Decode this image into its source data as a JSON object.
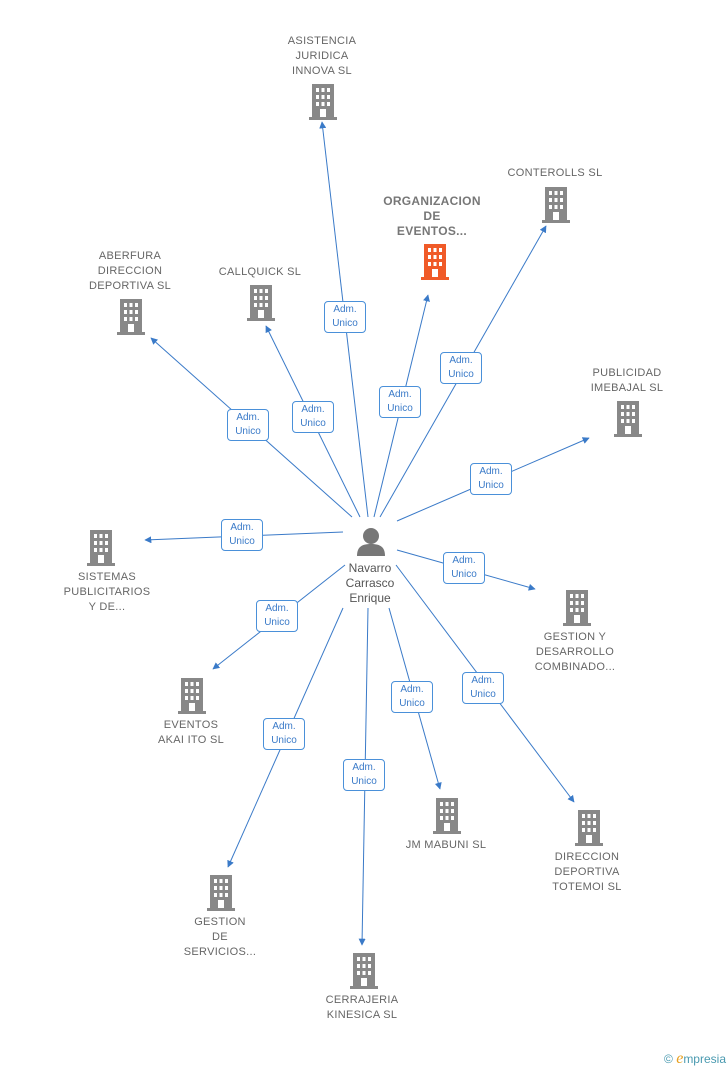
{
  "colors": {
    "edge": "#3a7ac8",
    "building": "#888888",
    "building_highlight": "#f05a28"
  },
  "person": {
    "name": "Navarro\nCarrasco\nEnrique",
    "icon": "person-icon"
  },
  "edge_label": "Adm.\nUnico",
  "companies": [
    {
      "id": "asistencia",
      "label": "ASISTENCIA\nJURIDICA\nINNOVA  SL"
    },
    {
      "id": "organizacion",
      "label": "ORGANIZACION\nDE\nEVENTOS...",
      "highlight": true
    },
    {
      "id": "conterolls",
      "label": "CONTEROLLS SL"
    },
    {
      "id": "aberfura",
      "label": "ABERFURA\nDIRECCION\nDEPORTIVA  SL"
    },
    {
      "id": "callquick",
      "label": "CALLQUICK  SL"
    },
    {
      "id": "publicidad",
      "label": "PUBLICIDAD\nIMEBAJAL  SL"
    },
    {
      "id": "sistemas",
      "label": "SISTEMAS\nPUBLICITARIOS\nY DE..."
    },
    {
      "id": "gestion-desarrollo",
      "label": "GESTION Y\nDESARROLLO\nCOMBINADO..."
    },
    {
      "id": "eventos-akai",
      "label": "EVENTOS\nAKAI ITO  SL"
    },
    {
      "id": "direccion-totemoi",
      "label": "DIRECCION\nDEPORTIVA\nTOTEMOI  SL"
    },
    {
      "id": "jm-mabuni",
      "label": "JM MABUNI SL"
    },
    {
      "id": "gestion-servicios",
      "label": "GESTION\nDE\nSERVICIOS..."
    },
    {
      "id": "cerrajeria",
      "label": "CERRAJERIA\nKINESICA  SL"
    }
  ],
  "footer": {
    "copyright": "©",
    "brand_initial": "e",
    "brand_rest": "mpresia"
  }
}
